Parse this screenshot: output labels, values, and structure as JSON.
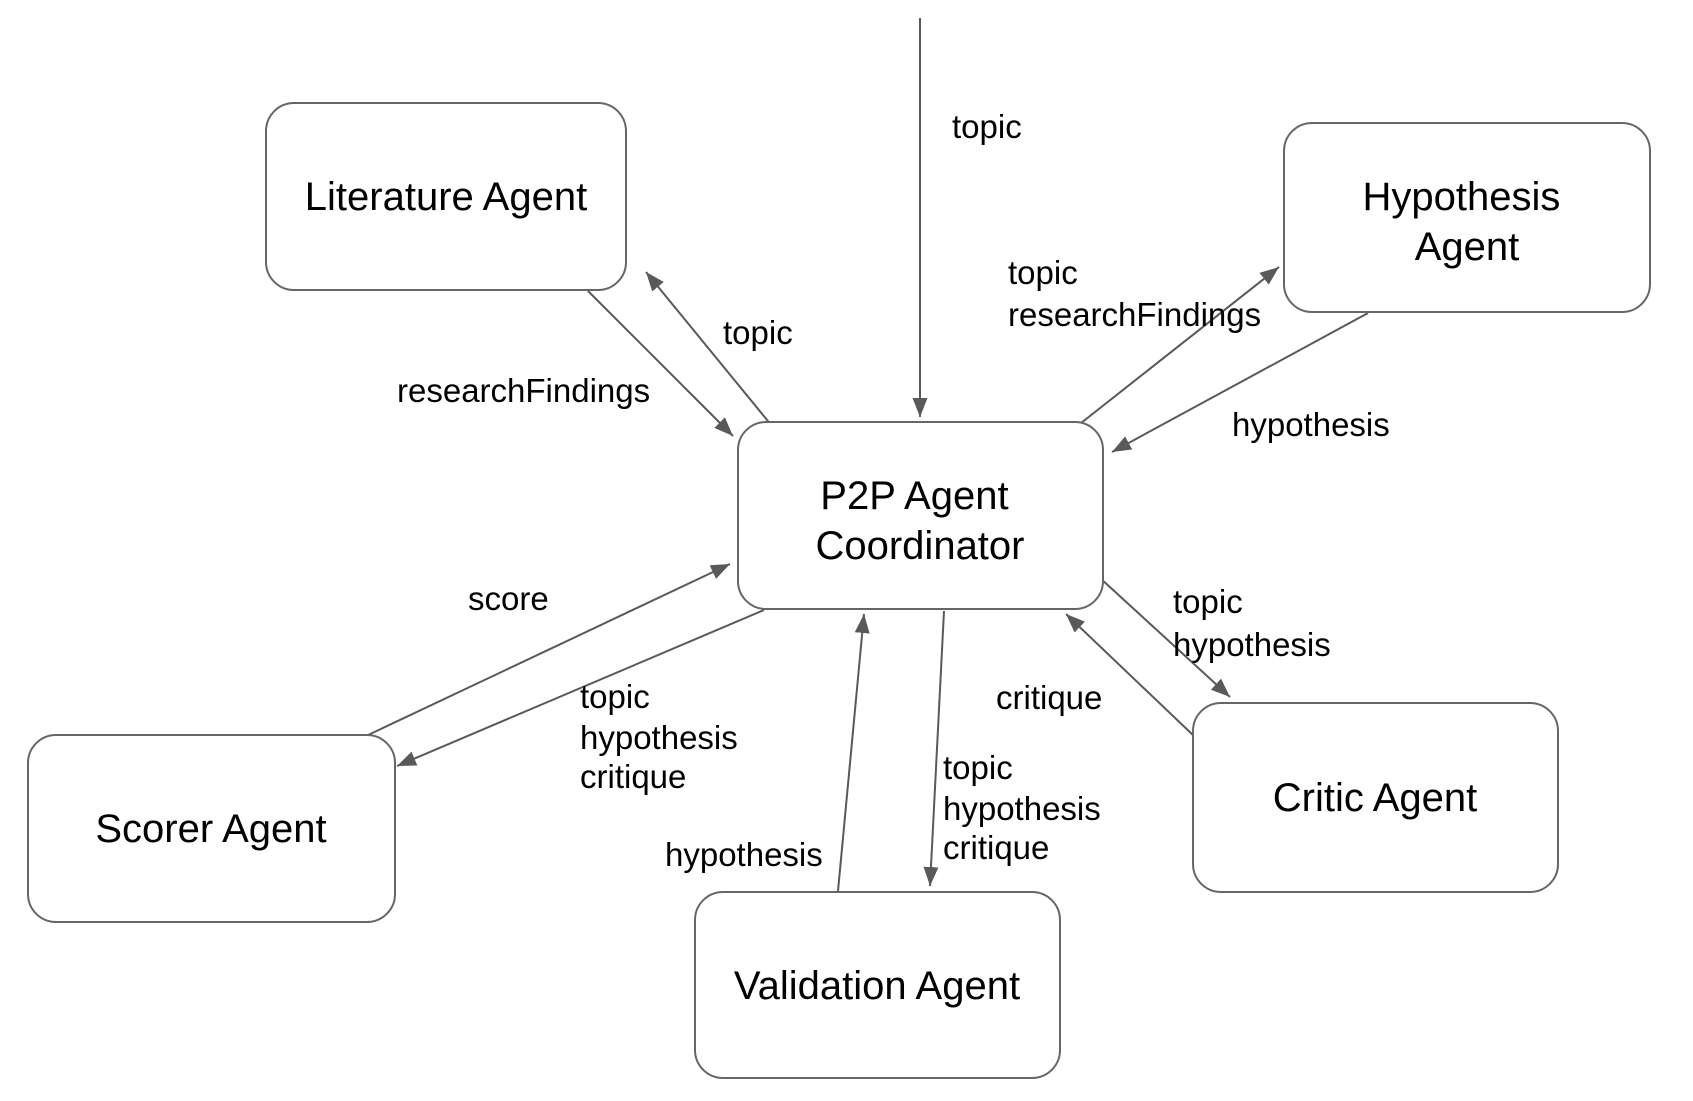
{
  "diagram": {
    "type": "agent-architecture-flow",
    "colors": {
      "background": "#ffffff",
      "node_fill": "#ffffff",
      "node_border": "#666666",
      "edge": "#595959",
      "text": "#000000"
    },
    "nodes": {
      "coordinator": {
        "label": "P2P Agent Coordinator",
        "lines": [
          "P2P Agent",
          "Coordinator"
        ]
      },
      "literature": {
        "label": "Literature Agent",
        "lines": [
          "Literature Agent"
        ]
      },
      "hypothesis": {
        "label": "Hypothesis Agent",
        "lines": [
          "Hypothesis",
          "Agent"
        ]
      },
      "critic": {
        "label": "Critic Agent",
        "lines": [
          "Critic Agent"
        ]
      },
      "validation": {
        "label": "Validation Agent",
        "lines": [
          "Validation Agent"
        ]
      },
      "scorer": {
        "label": "Scorer Agent",
        "lines": [
          "Scorer Agent"
        ]
      }
    },
    "edges": {
      "input_to_coordinator": {
        "from": "external-input",
        "to": "coordinator",
        "lines": [
          "topic"
        ]
      },
      "coordinator_to_literature": {
        "from": "coordinator",
        "to": "literature",
        "lines": [
          "topic"
        ]
      },
      "literature_to_coordinator": {
        "from": "literature",
        "to": "coordinator",
        "lines": [
          "researchFindings"
        ]
      },
      "coordinator_to_hypothesis": {
        "from": "coordinator",
        "to": "hypothesis",
        "lines": [
          "topic",
          "researchFindings"
        ]
      },
      "hypothesis_to_coordinator": {
        "from": "hypothesis",
        "to": "coordinator",
        "lines": [
          "hypothesis"
        ]
      },
      "coordinator_to_critic": {
        "from": "coordinator",
        "to": "critic",
        "lines": [
          "topic",
          "hypothesis"
        ]
      },
      "critic_to_coordinator": {
        "from": "critic",
        "to": "coordinator",
        "lines": [
          "critique"
        ]
      },
      "coordinator_to_validation": {
        "from": "coordinator",
        "to": "validation",
        "lines": [
          "topic",
          "hypothesis",
          "critique"
        ]
      },
      "validation_to_coordinator": {
        "from": "validation",
        "to": "coordinator",
        "lines": [
          "hypothesis"
        ]
      },
      "coordinator_to_scorer": {
        "from": "coordinator",
        "to": "scorer",
        "lines": [
          "topic",
          "hypothesis",
          "critique"
        ]
      },
      "scorer_to_coordinator": {
        "from": "scorer",
        "to": "coordinator",
        "lines": [
          "score"
        ]
      }
    }
  }
}
